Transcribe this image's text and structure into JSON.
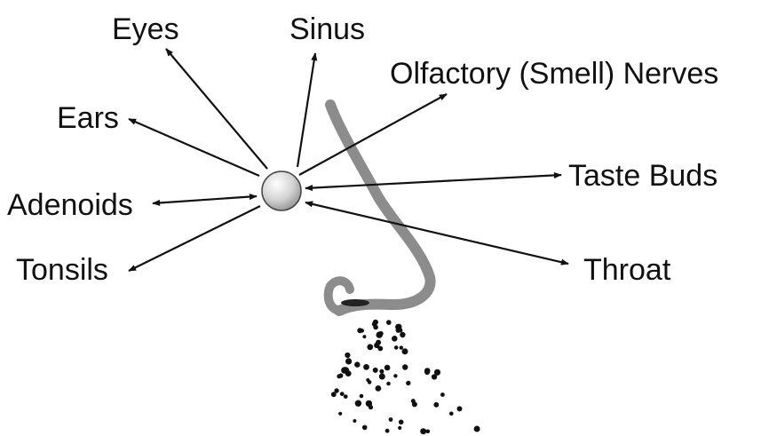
{
  "diagram": {
    "labels": {
      "eyes": "Eyes",
      "sinus": "Sinus",
      "olfactory": "Olfactory (Smell) Nerves",
      "ears": "Ears",
      "taste": "Taste Buds",
      "adenoids": "Adenoids",
      "tonsils": "Tonsils",
      "throat": "Throat"
    },
    "colors": {
      "text": "#111111",
      "arrow": "#111111",
      "nose": "#8c8c8c",
      "particle": "#111111"
    },
    "icons": {
      "center": "sphere-icon",
      "nose": "nose-profile-icon",
      "spray": "spray-particles-icon"
    }
  }
}
